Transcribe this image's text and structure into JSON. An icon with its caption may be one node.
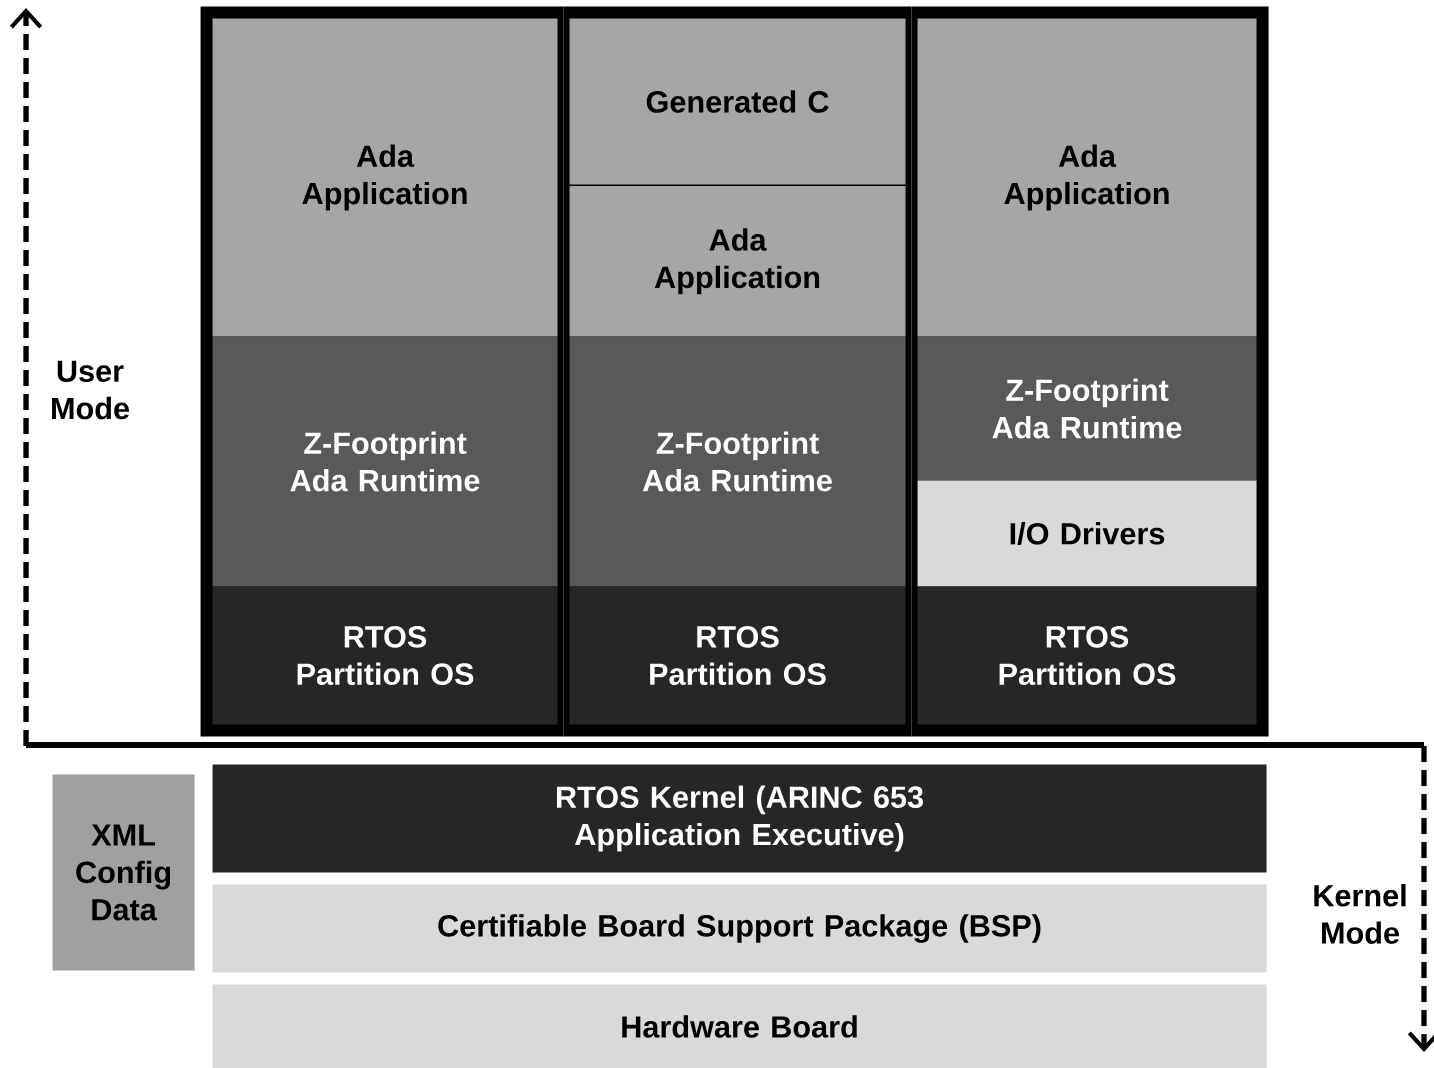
{
  "diagram": {
    "nodes": [
      {
        "text": [],
        "shape": "box"
      },
      {
        "text": [],
        "shape": "box"
      },
      {
        "text": [],
        "shape": "box"
      },
      {
        "text": [
          "Ada Application"
        ],
        "in": 0
      },
      {
        "text": [
          "Z-Footprint Ada Runtime"
        ],
        "in": 0
      },
      {
        "text": [
          "RTOS Partition OS"
        ],
        "in": 0
      },
      {
        "text": [
          "Generated C"
        ],
        "in": 1
      },
      {
        "text": [
          "Ada Application"
        ],
        "in": 1
      },
      {
        "text": [
          "Z-Footprint Ada Runtime"
        ],
        "in": 1
      },
      {
        "text": [
          "RTOS Partition OS"
        ],
        "in": 1
      },
      {
        "text": [
          "Ada Application"
        ],
        "in": 2
      },
      {
        "text": [
          "Z-Footprint Ada Runtime"
        ],
        "in": 2
      },
      {
        "text": [
          "I/O Drivers"
        ],
        "in": 2
      },
      {
        "text": [
          "RTOS Partition OS"
        ],
        "in": 2
      },
      {
        "text": [
          "XML Config Data"
        ]
      },
      {
        "text": [
          "RTOS Kernel (ARINC 653 Application Executive)"
        ]
      },
      {
        "text": [
          "Certifiable Board Support Package (BSP)"
        ]
      },
      {
        "text": [
          "Hardware Board"
        ]
      }
    ],
    "edges": [],
    "labels": [
      "User Mode",
      "Kernel Mode"
    ]
  }
}
